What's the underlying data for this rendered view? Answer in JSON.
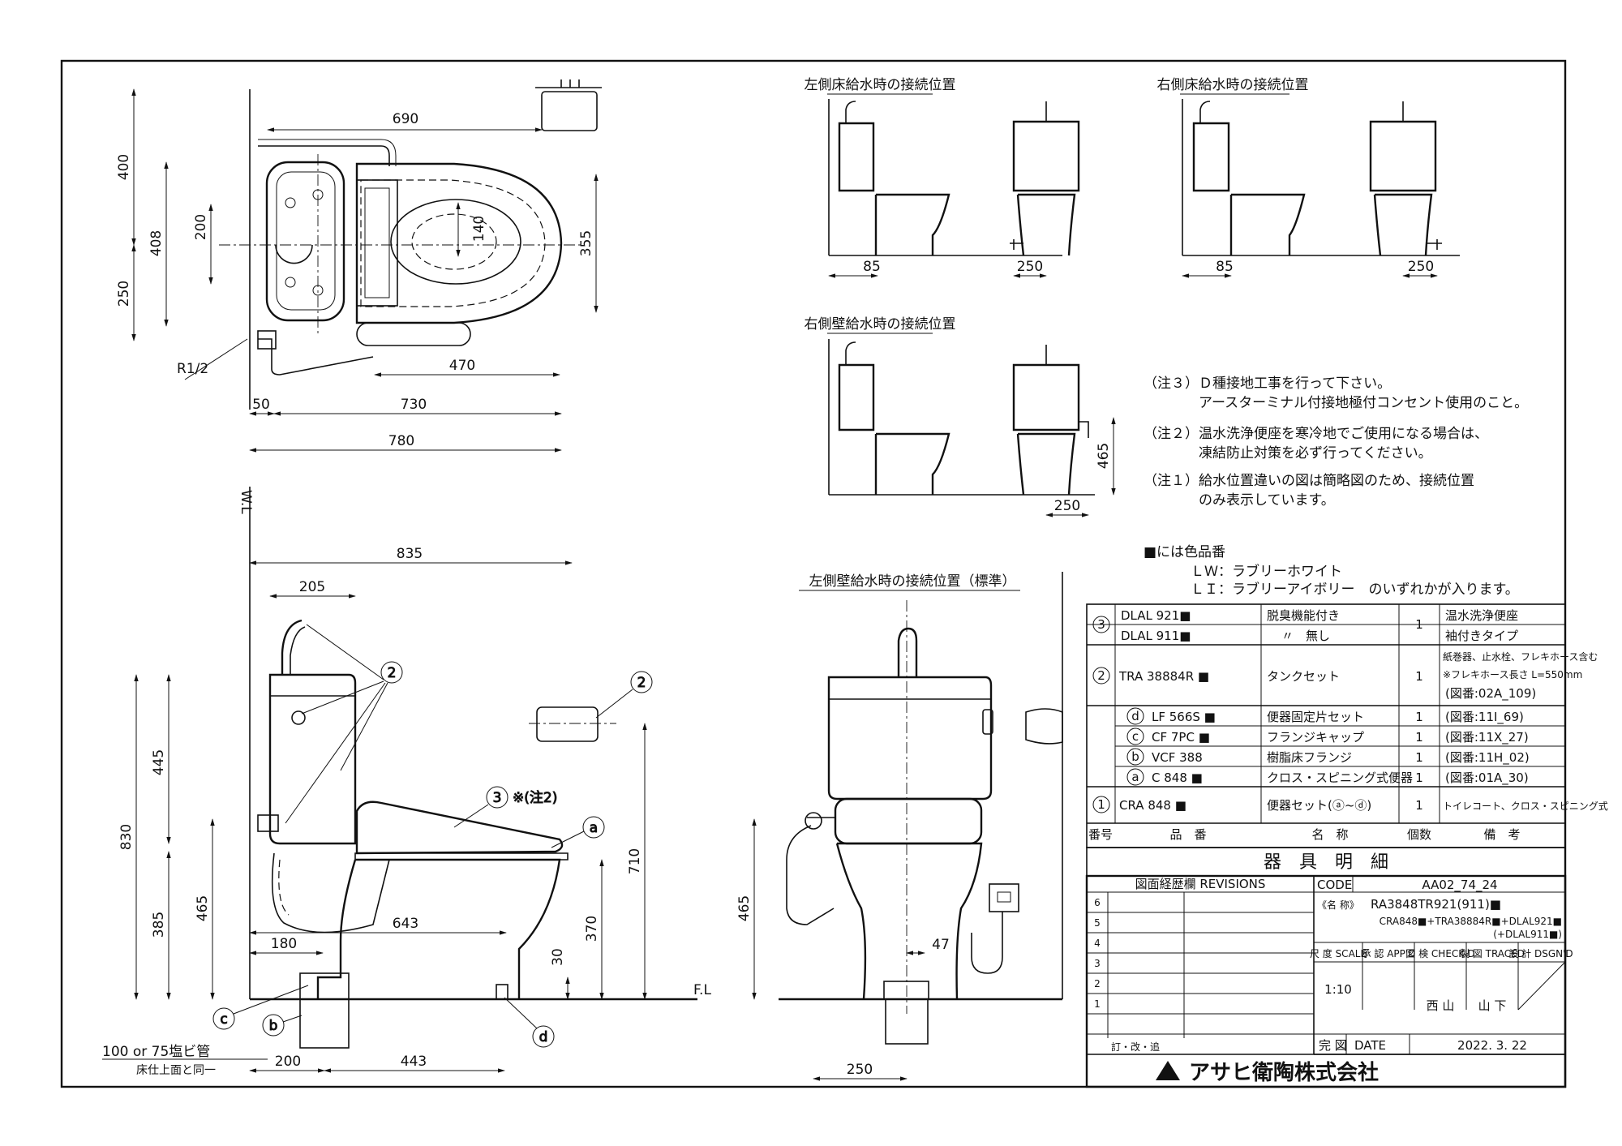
{
  "views": {
    "left_floor_title": "左側床給水時の接続位置",
    "right_floor_title": "右側床給水時の接続位置",
    "right_wall_title": "右側壁給水時の接続位置",
    "left_wall_title": "左側壁給水時の接続位置（標準）",
    "lf_dims": [
      "85",
      "250"
    ],
    "rf_dims": [
      "85",
      "250"
    ],
    "rw_dims": [
      "465",
      "250"
    ],
    "front_dims": [
      "465",
      "47",
      "250"
    ]
  },
  "plan_dims": {
    "d690": "690",
    "d400": "400",
    "d408": "408",
    "d200": "200",
    "d140": "140",
    "d250": "250",
    "d355": "355",
    "d470": "470",
    "r12": "R1/2",
    "d50": "50",
    "d730": "730",
    "d780": "780"
  },
  "side_dims": {
    "wl": "W.L",
    "d835": "835",
    "d205": "205",
    "d445": "445",
    "d830": "830",
    "d465": "465",
    "d385": "385",
    "d643": "643",
    "d180": "180",
    "d370": "370",
    "d30": "30",
    "d710": "710",
    "fl": "F.L",
    "d200": "200",
    "d443": "443",
    "pipe": "100 or 75塩ビ管",
    "floor": "床仕上面と同一",
    "c2a": "2",
    "c2b": "2",
    "c3": "3",
    "c3note": "※(注2)",
    "ca": "a",
    "cb": "b",
    "cc": "c",
    "cd": "d"
  },
  "notes": [
    "（注３）Ｄ種接地工事を行って下さい。",
    "アースターミナル付接地極付コンセント使用のこと。",
    "（注２）温水洗浄便座を寒冷地でご使用になる場合は、",
    "凍結防止対策を必ず行ってください。",
    "（注１）給水位置違いの図は簡略図のため、接続位置",
    "のみ表示しています。"
  ],
  "color_note": {
    "head": "■には色品番",
    "lw": "ＬＷ：ラブリーホワイト",
    "li": "ＬＩ：ラブリーアイボリー　のいずれかが入ります。"
  },
  "parts_table": {
    "header": {
      "no": "番号",
      "part": "品　番",
      "name": "名　称",
      "qty": "個数",
      "remarks": "備　考"
    },
    "rows": [
      {
        "no": "3",
        "part": "DLAL 921■",
        "name": "脱臭機能付き",
        "qty": "1",
        "remarks": "温水洗浄便座"
      },
      {
        "no": "",
        "part": "DLAL 911■",
        "name": "〃　無し",
        "qty": "",
        "remarks": "袖付きタイプ"
      },
      {
        "no": "2",
        "part": "TRA 38884R ■",
        "name": "タンクセット",
        "qty": "1",
        "remarks": "紙巻器、止水栓、フレキホース含む"
      },
      {
        "no": "",
        "part": "",
        "name": "",
        "qty": "",
        "remarks": "※フレキホース長さ L=550mm"
      },
      {
        "no": "",
        "part": "",
        "name": "",
        "qty": "",
        "remarks": "(図番:02A_109)"
      },
      {
        "no": "d",
        "part": "LF 566S ■",
        "name": "便器固定片セット",
        "qty": "1",
        "remarks": "(図番:11I_69)"
      },
      {
        "no": "c",
        "part": "CF 7PC ■",
        "name": "フランジキャップ",
        "qty": "1",
        "remarks": "(図番:11X_27)"
      },
      {
        "no": "b",
        "part": "VCF 388",
        "name": "樹脂床フランジ",
        "qty": "1",
        "remarks": "(図番:11H_02)"
      },
      {
        "no": "a",
        "part": "C 848 ■",
        "name": "クロス・スピニング式便器",
        "qty": "1",
        "remarks": "(図番:01A_30)"
      },
      {
        "no": "1",
        "part": "CRA 848 ■",
        "name": "便器セット(ⓐ~ⓓ)",
        "qty": "1",
        "remarks": "トイレコート、クロス・スピニング式"
      }
    ],
    "caption": "器　具　明　細"
  },
  "title_block": {
    "revisions": "図面経歴欄 REVISIONS",
    "rev_marks": [
      "6",
      "5",
      "4",
      "3",
      "2",
      "1"
    ],
    "rev_footer": "訂・改・追",
    "code_label": "CODE",
    "code": "AA02_74_24",
    "name_label": "《名 称》",
    "name1": "RA3848TR921(911)■",
    "name2": "CRA848■+TRA38884R■+DLAL921■",
    "name3": "(+DLAL911■)",
    "scale_label": "尺 度 SCALE",
    "appd_label": "承 認 APP'D",
    "check_label": "図 検 CHECK'D",
    "traced_label": "製 図 TRACED",
    "dsgn_label": "設 計 DSGN'D",
    "scale": "1:10",
    "check": "西 山",
    "traced": "山 下",
    "done_label": "完 図",
    "date_label": "DATE",
    "date": "2022. 3. 22",
    "company": "アサヒ衛陶株式会社"
  }
}
